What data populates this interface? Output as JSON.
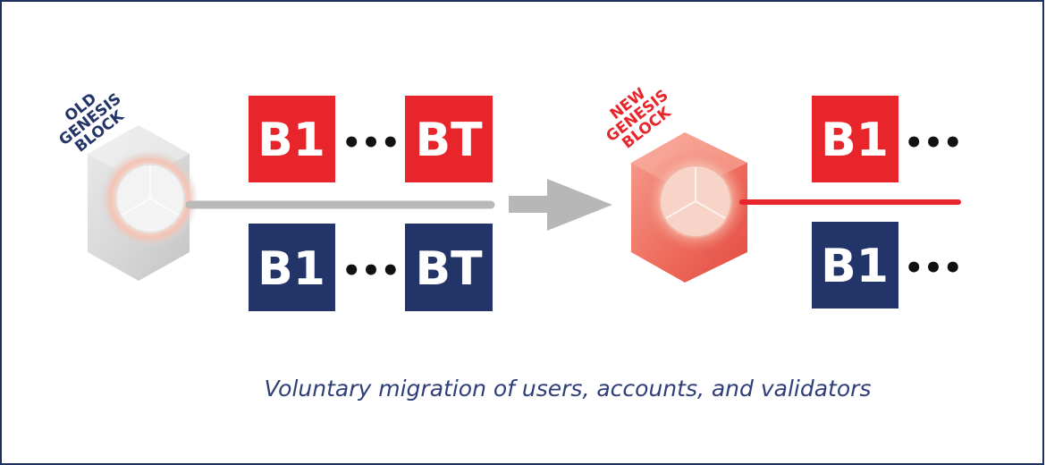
{
  "colors": {
    "red": "#e8252a",
    "navy": "#223468",
    "gray_connector": "#b9b9b9",
    "frame": "#1f2f5c"
  },
  "old_genesis": {
    "label_lines": [
      "OLD",
      "GENESIS",
      "BLOCK"
    ],
    "label_color": "#223468"
  },
  "new_genesis": {
    "label_lines": [
      "NEW",
      "GENESIS",
      "BLOCK"
    ],
    "label_color": "#e8252a"
  },
  "old_chain": {
    "top_row": {
      "first": "B1",
      "ellipsis": "•••",
      "last": "BT"
    },
    "bottom_row": {
      "first": "B1",
      "ellipsis": "•••",
      "last": "BT"
    }
  },
  "new_chain": {
    "top_row": {
      "first": "B1",
      "ellipsis": "•••"
    },
    "bottom_row": {
      "first": "B1",
      "ellipsis": "•••"
    }
  },
  "caption": "Voluntary migration of users, accounts, and validators"
}
